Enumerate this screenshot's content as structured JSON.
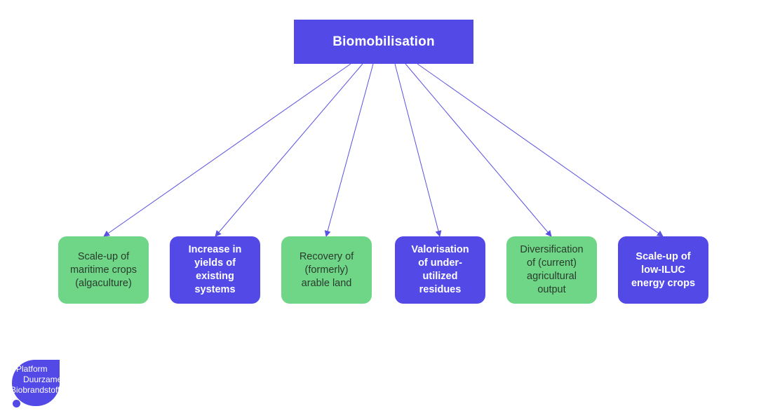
{
  "diagram": {
    "root": {
      "label": "Biomobilisation",
      "color": "#5249e6"
    },
    "children": [
      {
        "id": "algaculture",
        "label": "Scale-up of\nmaritime crops\n(algaculture)",
        "style": "green"
      },
      {
        "id": "yields",
        "label": "Increase in\nyields of\nexisting\nsystems",
        "style": "blue"
      },
      {
        "id": "recovery",
        "label": "Recovery of\n(formerly)\narable land",
        "style": "green"
      },
      {
        "id": "residues",
        "label": "Valorisation\nof under-\nutilized\nresidues",
        "style": "blue"
      },
      {
        "id": "diversification",
        "label": "Diversification\nof (current)\nagricultural\noutput",
        "style": "green"
      },
      {
        "id": "iluc",
        "label": "Scale-up of\nlow-ILUC\nenergy crops",
        "style": "blue"
      }
    ],
    "colors": {
      "green": "#6ed686",
      "blue": "#5249e6",
      "connector": "#5a52e0"
    }
  },
  "logo": {
    "lines": [
      "Platform",
      "Duurzame",
      "Biobrandstoffen"
    ],
    "color": "#5249e6"
  }
}
